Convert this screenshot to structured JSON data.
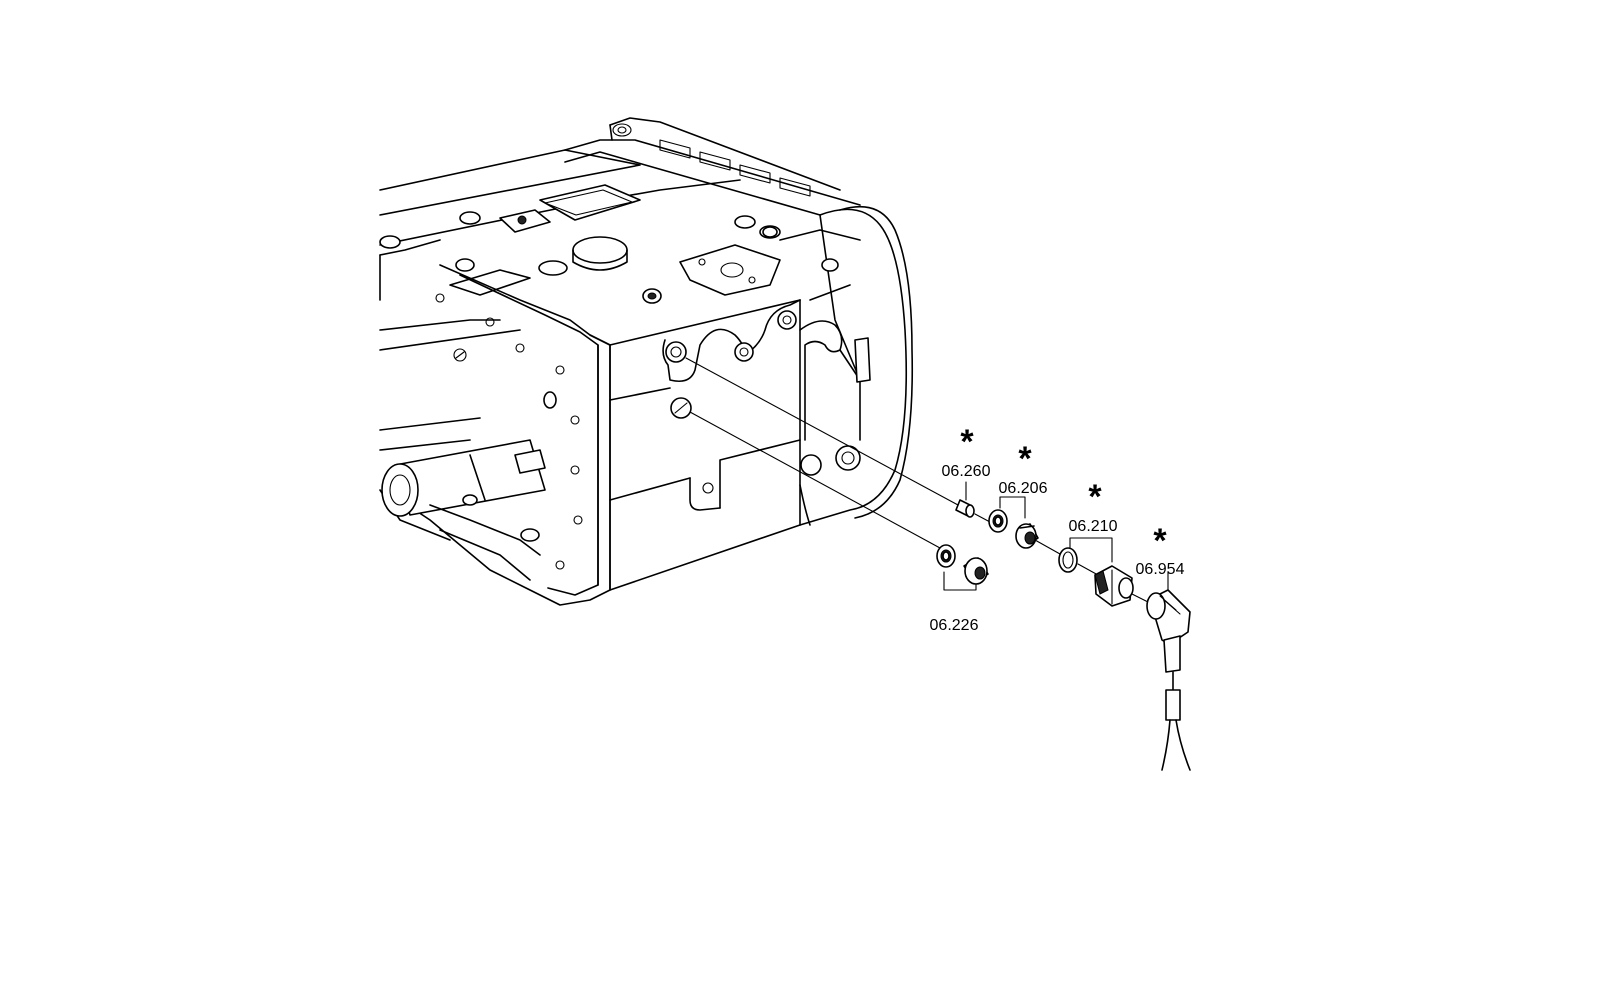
{
  "diagram": {
    "callouts": [
      {
        "id": "06.260",
        "label": "06.260",
        "starred": true
      },
      {
        "id": "06.206",
        "label": "06.206",
        "starred": true
      },
      {
        "id": "06.210",
        "label": "06.210",
        "starred": true
      },
      {
        "id": "06.954",
        "label": "06.954",
        "starred": true
      },
      {
        "id": "06.226",
        "label": "06.226",
        "starred": false
      }
    ],
    "star_symbol": "*"
  }
}
